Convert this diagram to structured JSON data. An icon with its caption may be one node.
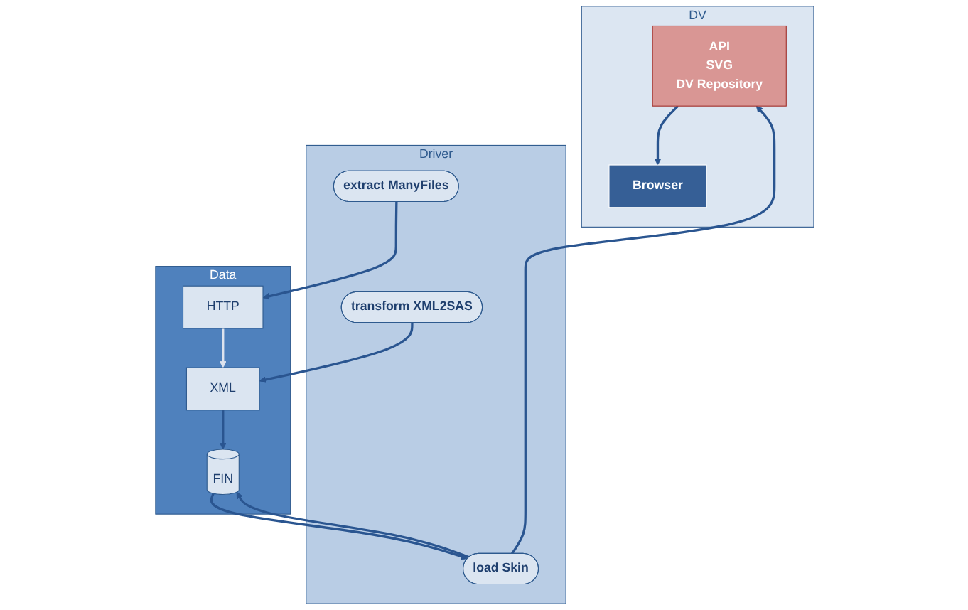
{
  "diagram": {
    "nodes": [
      {
        "text": [
          "DV"
        ]
      },
      {
        "text": [
          "API",
          "SVG",
          "DV Repository"
        ],
        "in": 0
      },
      {
        "text": [
          "Browser"
        ],
        "in": 0
      },
      {
        "text": [
          "Driver"
        ]
      },
      {
        "text": [
          "extract ManyFiles"
        ],
        "in": 3
      },
      {
        "text": [
          "transform XML2SAS"
        ],
        "in": 3
      },
      {
        "text": [
          "load Skin"
        ],
        "in": 3
      },
      {
        "text": [
          "Data"
        ]
      },
      {
        "text": [
          "HTTP"
        ],
        "in": 7
      },
      {
        "text": [
          "XML"
        ],
        "in": 7
      },
      {
        "text": [
          "FIN"
        ],
        "in": 7
      }
    ],
    "edges": [
      {
        "from": 1,
        "to": 2,
        "arrow": "to"
      },
      {
        "from": 6,
        "to": 1,
        "arrow": "to"
      },
      {
        "from": 4,
        "to": 8,
        "arrow": "to"
      },
      {
        "from": 5,
        "to": 9,
        "arrow": "to"
      },
      {
        "from": 6,
        "to": 10,
        "arrow": "to"
      },
      {
        "from": 10,
        "to": 6,
        "arrow": "to"
      },
      {
        "from": 8,
        "to": 9,
        "arrow": "to",
        "color": "#dde3ee"
      },
      {
        "from": 9,
        "to": 10,
        "arrow": "to"
      }
    ]
  }
}
